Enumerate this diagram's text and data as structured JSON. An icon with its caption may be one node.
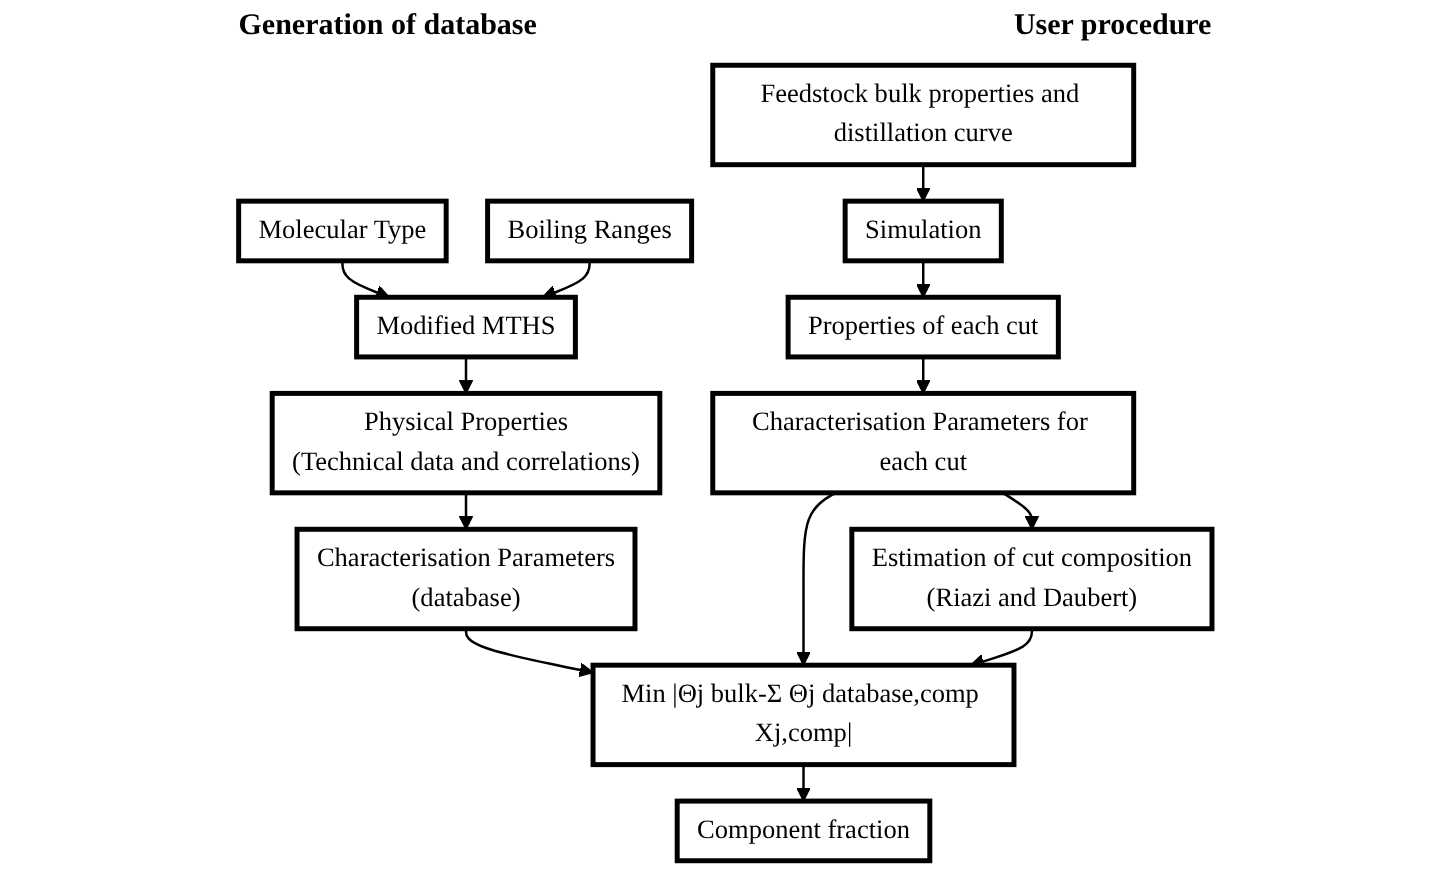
{
  "diagram": {
    "nodes": [
      {
        "text": [
          "Molecular Type"
        ]
      },
      {
        "text": [
          "Boiling Ranges"
        ]
      },
      {
        "text": [
          "Modified MTHS"
        ]
      },
      {
        "text": [
          "Physical Properties",
          "(Technical data and correlations)"
        ]
      },
      {
        "text": [
          "Characterisation Parameters",
          "(database)"
        ]
      },
      {
        "text": [
          "Feedstock bulk properties and distillation curve"
        ]
      },
      {
        "text": [
          "Simulation"
        ]
      },
      {
        "text": [
          "Properties of each cut"
        ]
      },
      {
        "text": [
          "Characterisation Parameters for each cut"
        ]
      },
      {
        "text": [
          "Estimation of cut composition",
          "(Riazi and Daubert)"
        ]
      },
      {
        "text": [
          "Min |Θj bulk-Σ Θj database,comp Xj,comp|"
        ]
      },
      {
        "text": [
          "Component fraction"
        ]
      }
    ],
    "edges": [
      {
        "from": 0,
        "to": 2,
        "arrow": "to"
      },
      {
        "from": 1,
        "to": 2,
        "arrow": "to"
      },
      {
        "from": 2,
        "to": 3,
        "arrow": "to"
      },
      {
        "from": 3,
        "to": 4,
        "arrow": "to"
      },
      {
        "from": 4,
        "to": 10,
        "arrow": "to"
      },
      {
        "from": 5,
        "to": 6,
        "arrow": "to"
      },
      {
        "from": 6,
        "to": 7,
        "arrow": "to"
      },
      {
        "from": 7,
        "to": 8,
        "arrow": "to"
      },
      {
        "from": 8,
        "to": 10,
        "arrow": "to"
      },
      {
        "from": 8,
        "to": 9,
        "arrow": "to"
      },
      {
        "from": 9,
        "to": 10,
        "arrow": "to"
      },
      {
        "from": 10,
        "to": 11,
        "arrow": "to"
      }
    ],
    "labels": [
      "Generation of database",
      "User procedure"
    ]
  }
}
